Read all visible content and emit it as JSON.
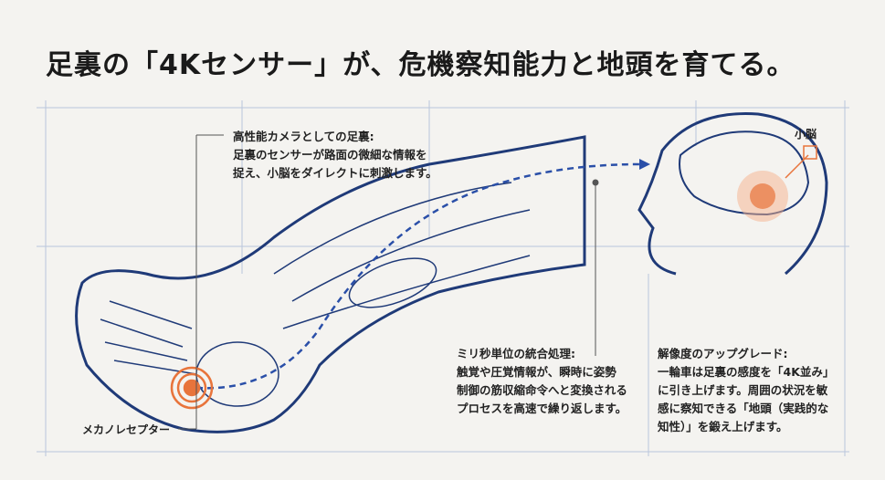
{
  "title": "足裏の「4Kセンサー」が、危機察知能力と地頭を育てる。",
  "notes": {
    "camera": {
      "heading": "高性能カメラとしての足裏:",
      "lines": [
        "足裏のセンサーが路面の微細な情報を",
        "捉え、小脳をダイレクトに刺激します。"
      ]
    },
    "processing": {
      "heading": "ミリ秒単位の統合処理:",
      "lines": [
        "触覚や圧覚情報が、瞬時に姿勢",
        "制御の筋収縮命令へと変換される",
        "プロセスを高速で繰り返します。"
      ]
    },
    "upgrade": {
      "heading": "解像度のアップグレード:",
      "lines": [
        "一輪車は足裏の感度を「4K並み」",
        "に引き上げます。周囲の状況を敏",
        "感に察知できる「地頭（実践的な",
        "知性）」を鍛え上げます。"
      ]
    }
  },
  "labels": {
    "cerebellum": "小脳",
    "mechanoreceptor": "メカノレセプター"
  },
  "colors": {
    "line": "#1f3a78",
    "grid": "#b9c6dc",
    "accent": "#e8743b",
    "signal": "#2a4fa8"
  }
}
